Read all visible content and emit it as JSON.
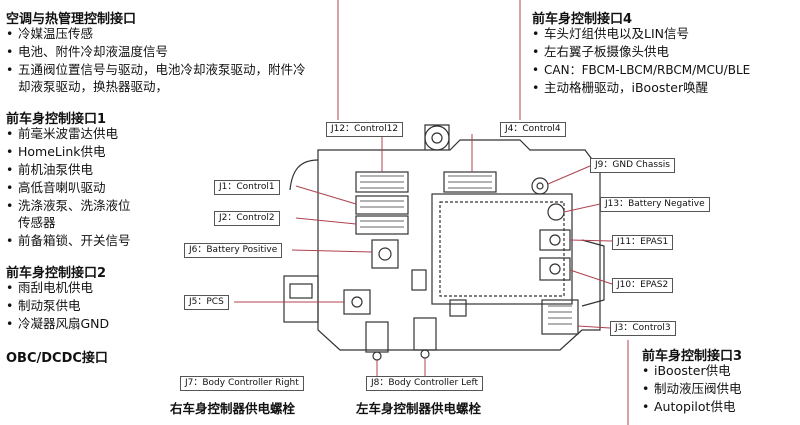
{
  "left_groups": [
    {
      "title": "空调与热管理控制接口",
      "items": [
        "冷媒温压传感",
        "电池、附件冷却液温度信号",
        "五通阀位置信号与驱动，电池冷却液泵驱动，附件冷",
        "却液泵驱动，换热器驱动，"
      ]
    },
    {
      "title": "前车身控制接口1",
      "items": [
        "前毫米波雷达供电",
        "HomeLink供电",
        "前机油泵供电",
        "高低音喇叭驱动",
        "洗涤液泵、洗涤液位",
        "传感器",
        "前备箱锁、开关信号"
      ]
    },
    {
      "title": "前车身控制接口2",
      "items": [
        "雨刮电机供电",
        "制动泵供电",
        "冷凝器风扇GND"
      ]
    },
    {
      "title": "OBC/DCDC接口",
      "items": []
    }
  ],
  "right_top": {
    "title": "前车身控制接口4",
    "items": [
      "车头灯组供电以及LIN信号",
      "左右翼子板摄像头供电",
      "CAN：FBCM-LBCM/RBCM/MCU/BLE",
      "主动格栅驱动，iBooster唤醒"
    ]
  },
  "right_bottom": {
    "title": "前车身控制接口3",
    "items": [
      "iBooster供电",
      "制动液压阀供电",
      "Autopilot供电"
    ]
  },
  "connector_labels": {
    "j12": "J12：Control12",
    "j4": "J4：Control4",
    "j9": "J9：GND Chassis",
    "j1": "J1：Control1",
    "j13": "J13：Battery Negative",
    "j2": "J2：Control2",
    "j6": "J6：Battery Positive",
    "j11": "J11：EPAS1",
    "j10": "J10：EPAS2",
    "j5": "J5：PCS",
    "j3": "J3：Control3",
    "j7": "J7：Body Controller Right",
    "j8": "J8：Body Controller Left"
  },
  "bottom_captions": {
    "right_bolt": "右车身控制器供电螺栓",
    "left_bolt": "左车身控制器供电螺栓"
  },
  "bullet_char": "•",
  "colors": {
    "callout_line": "#b0414f",
    "line_art": "#333333"
  }
}
